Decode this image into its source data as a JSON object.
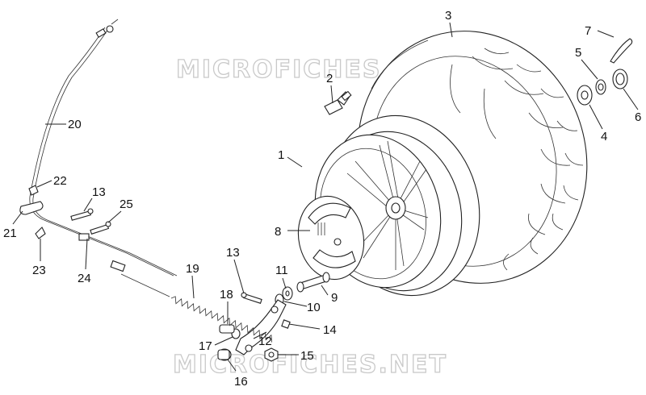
{
  "watermarks": [
    "MICROFICHES.NET",
    "MICROFICHES.NET"
  ],
  "callouts": [
    "1",
    "2",
    "3",
    "4",
    "5",
    "6",
    "7",
    "8",
    "9",
    "10",
    "11",
    "12",
    "13",
    "13",
    "14",
    "15",
    "16",
    "17",
    "18",
    "19",
    "20",
    "21",
    "22",
    "23",
    "24",
    "25"
  ]
}
